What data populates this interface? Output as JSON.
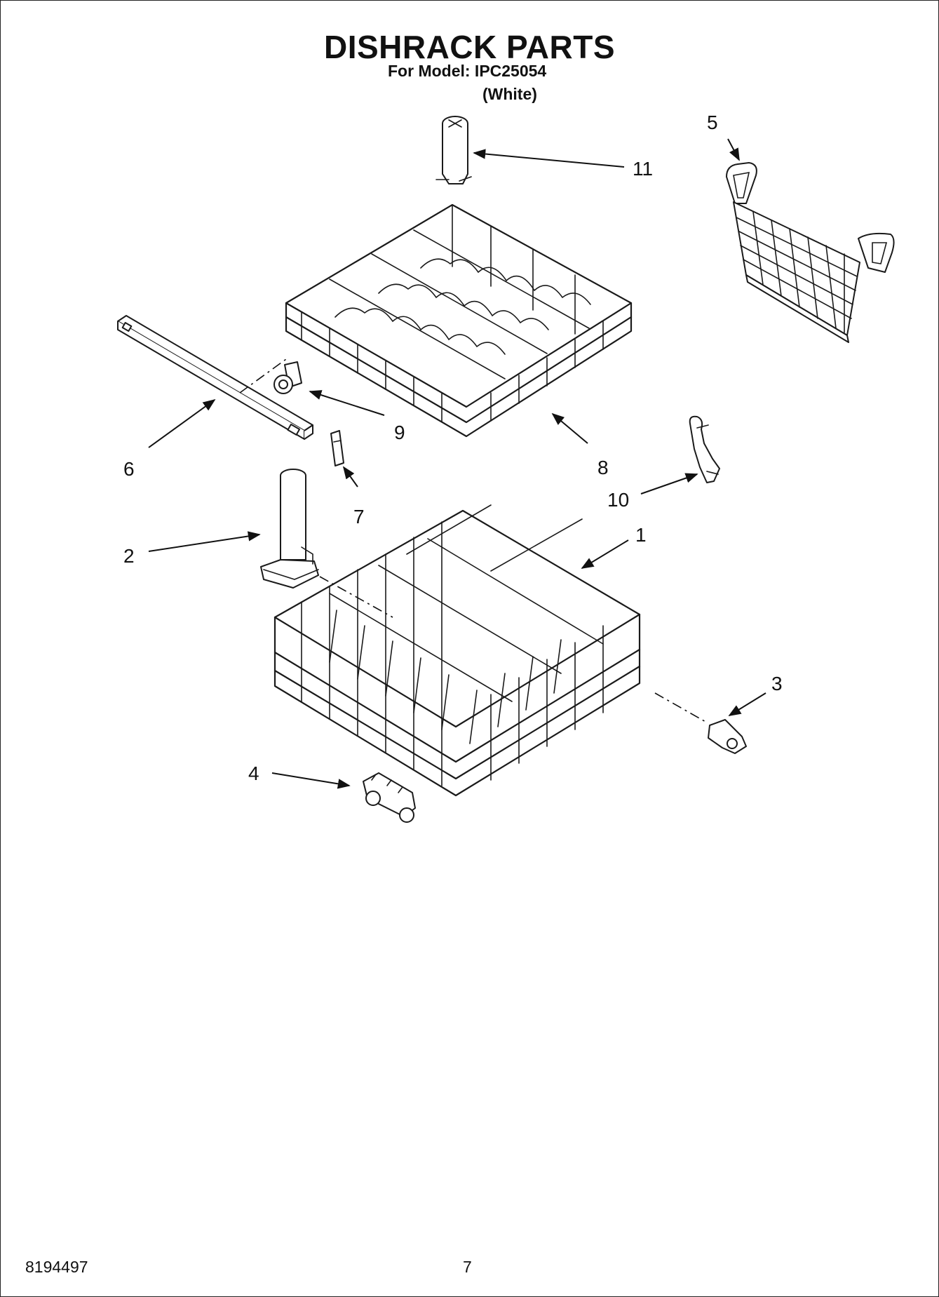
{
  "header": {
    "title": "DISHRACK PARTS",
    "model_line": "For Model: IPC25054",
    "color_note": "(White)"
  },
  "footer": {
    "document_number": "8194497",
    "page_number": "7"
  },
  "callouts": {
    "c1": "1",
    "c2": "2",
    "c3": "3",
    "c4": "4",
    "c5": "5",
    "c6": "6",
    "c7": "7",
    "c8": "8",
    "c9": "9",
    "c10": "10",
    "c11": "11"
  }
}
